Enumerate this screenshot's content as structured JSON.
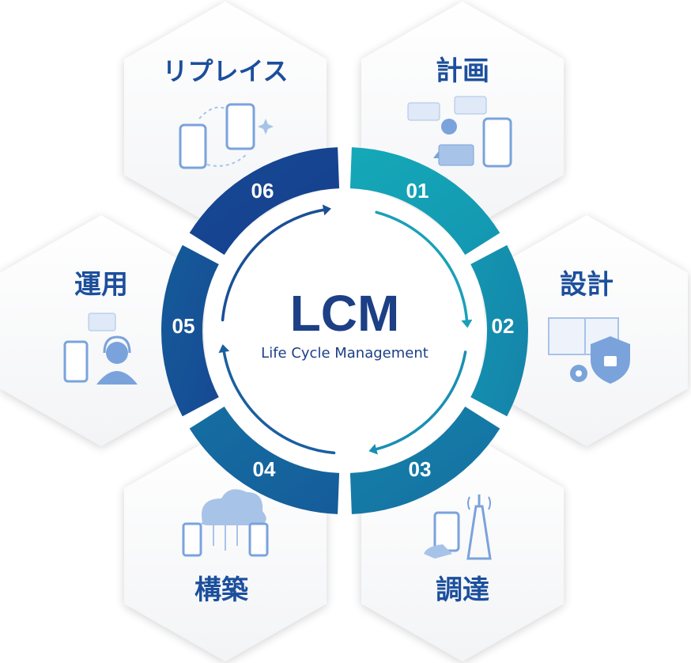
{
  "center": {
    "title": "LCM",
    "subtitle": "Life Cycle Management"
  },
  "colors": {
    "hex_title": "#1c4f9c",
    "ring_start": "#14a9b8",
    "ring_end": "#163f8f",
    "icon_light": "#a8c3e8",
    "icon_mid": "#7aa3dc"
  },
  "phases": [
    {
      "number": "01",
      "label": "計画",
      "icon": "planning-person-laptop-icon"
    },
    {
      "number": "02",
      "label": "設計",
      "icon": "design-book-shield-icon"
    },
    {
      "number": "03",
      "label": "調達",
      "icon": "procurement-tower-phone-icon"
    },
    {
      "number": "04",
      "label": "構築",
      "icon": "build-cloud-network-icon"
    },
    {
      "number": "05",
      "label": "運用",
      "icon": "operation-support-icon"
    },
    {
      "number": "06",
      "label": "リプレイス",
      "icon": "replace-devices-icon"
    }
  ]
}
